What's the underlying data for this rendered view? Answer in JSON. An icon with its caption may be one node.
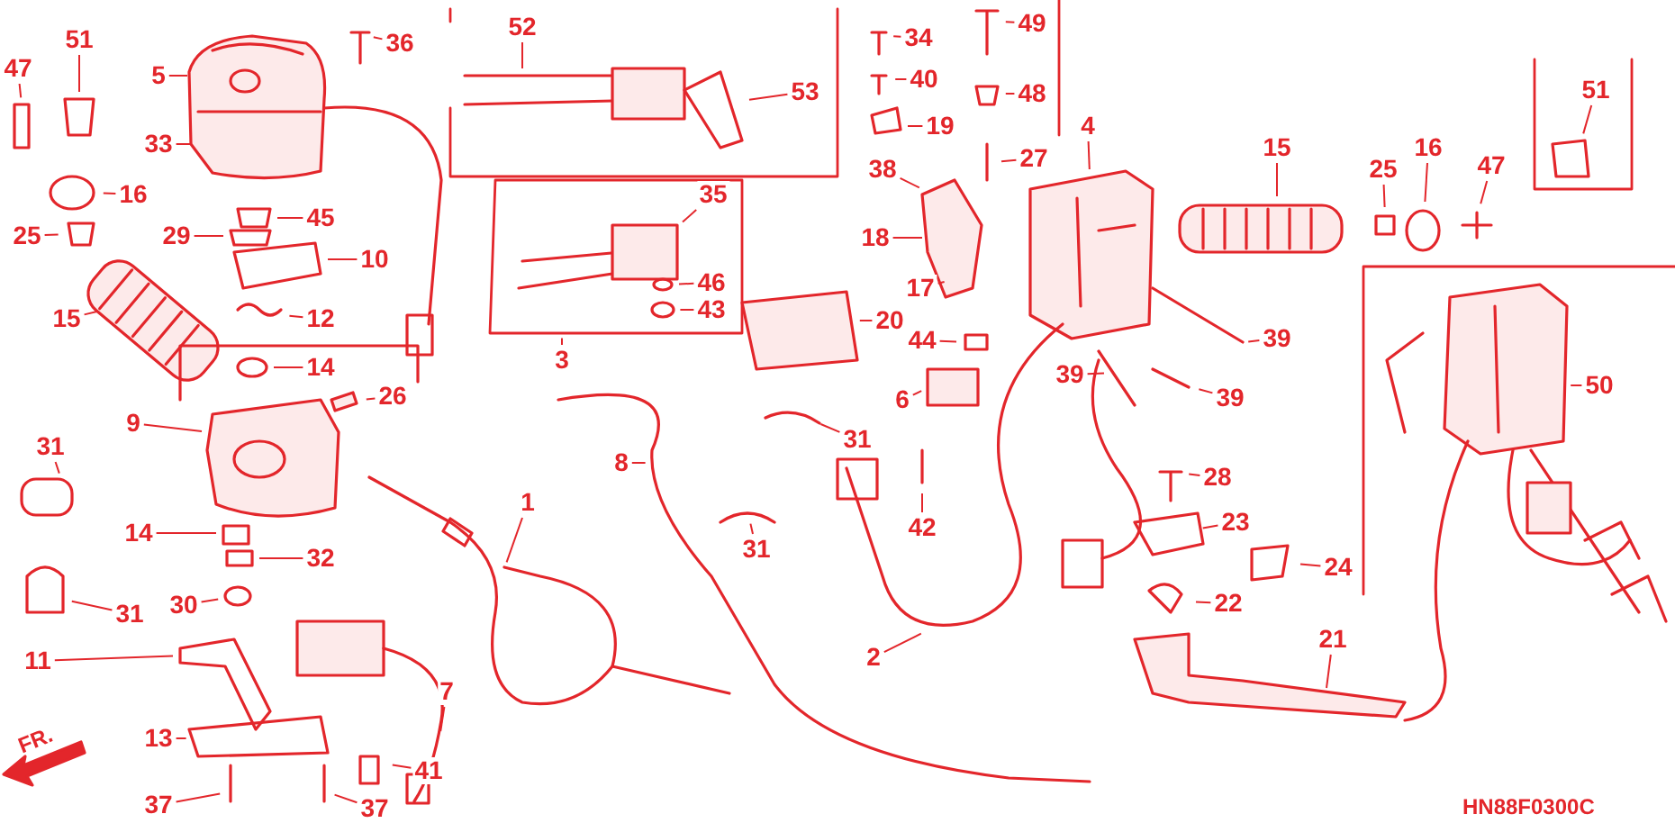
{
  "diagram": {
    "nodes": [
      {
        "text": [
          "51"
        ]
      },
      {
        "text": [
          "47"
        ]
      },
      {
        "text": [
          "36"
        ]
      },
      {
        "text": [
          "5"
        ]
      },
      {
        "text": [
          "33"
        ]
      },
      {
        "text": [
          "16"
        ]
      },
      {
        "text": [
          "25"
        ]
      },
      {
        "text": [
          "45"
        ]
      },
      {
        "text": [
          "29"
        ]
      },
      {
        "text": [
          "10"
        ]
      },
      {
        "text": [
          "15"
        ]
      },
      {
        "text": [
          "12"
        ]
      },
      {
        "text": [
          "14"
        ]
      },
      {
        "text": [
          "26"
        ]
      },
      {
        "text": [
          "9"
        ]
      },
      {
        "text": [
          "31"
        ]
      },
      {
        "text": [
          "14"
        ]
      },
      {
        "text": [
          "32"
        ]
      },
      {
        "text": [
          "31"
        ]
      },
      {
        "text": [
          "30"
        ]
      },
      {
        "text": [
          "11"
        ]
      },
      {
        "text": [
          "13"
        ]
      },
      {
        "text": [
          "37"
        ]
      },
      {
        "text": [
          "37"
        ]
      },
      {
        "text": [
          "41"
        ]
      },
      {
        "text": [
          "7"
        ]
      },
      {
        "text": [
          "1"
        ]
      },
      {
        "text": [
          "52"
        ]
      },
      {
        "text": [
          "53"
        ]
      },
      {
        "text": [
          "3"
        ]
      },
      {
        "text": [
          "35"
        ]
      },
      {
        "text": [
          "46"
        ]
      },
      {
        "text": [
          "43"
        ]
      },
      {
        "text": [
          "20"
        ]
      },
      {
        "text": [
          "34"
        ]
      },
      {
        "text": [
          "40"
        ]
      },
      {
        "text": [
          "49"
        ]
      },
      {
        "text": [
          "48"
        ]
      },
      {
        "text": [
          "19"
        ]
      },
      {
        "text": [
          "27"
        ]
      },
      {
        "text": [
          "38"
        ]
      },
      {
        "text": [
          "4"
        ]
      },
      {
        "text": [
          "18"
        ]
      },
      {
        "text": [
          "17"
        ]
      },
      {
        "text": [
          "44"
        ]
      },
      {
        "text": [
          "39"
        ]
      },
      {
        "text": [
          "39"
        ]
      },
      {
        "text": [
          "39"
        ]
      },
      {
        "text": [
          "15"
        ]
      },
      {
        "text": [
          "25"
        ]
      },
      {
        "text": [
          "16"
        ]
      },
      {
        "text": [
          "47"
        ]
      },
      {
        "text": [
          "51"
        ]
      },
      {
        "text": [
          "50"
        ]
      },
      {
        "text": [
          "6"
        ]
      },
      {
        "text": [
          "31"
        ]
      },
      {
        "text": [
          "8"
        ]
      },
      {
        "text": [
          "42"
        ]
      },
      {
        "text": [
          "31"
        ]
      },
      {
        "text": [
          "28"
        ]
      },
      {
        "text": [
          "23"
        ]
      },
      {
        "text": [
          "24"
        ]
      },
      {
        "text": [
          "22"
        ]
      },
      {
        "text": [
          "2"
        ]
      },
      {
        "text": [
          "21"
        ]
      }
    ],
    "edges": [
      {
        "from": 0,
        "to": null,
        "arrow": "none"
      },
      {
        "from": 1,
        "to": null,
        "arrow": "none"
      },
      {
        "from": 2,
        "to": null,
        "arrow": "none"
      },
      {
        "from": 3,
        "to": null,
        "arrow": "none"
      },
      {
        "from": 4,
        "to": null,
        "arrow": "none"
      },
      {
        "from": 5,
        "to": null,
        "arrow": "none"
      },
      {
        "from": 6,
        "to": null,
        "arrow": "none"
      },
      {
        "from": 7,
        "to": null,
        "arrow": "none"
      },
      {
        "from": 8,
        "to": null,
        "arrow": "none"
      },
      {
        "from": 9,
        "to": null,
        "arrow": "none"
      },
      {
        "from": 10,
        "to": null,
        "arrow": "none"
      },
      {
        "from": 11,
        "to": null,
        "arrow": "none"
      },
      {
        "from": 12,
        "to": null,
        "arrow": "none"
      },
      {
        "from": 13,
        "to": null,
        "arrow": "none"
      },
      {
        "from": 14,
        "to": null,
        "arrow": "none"
      },
      {
        "from": 15,
        "to": null,
        "arrow": "none"
      },
      {
        "from": 16,
        "to": null,
        "arrow": "none"
      },
      {
        "from": 17,
        "to": null,
        "arrow": "none"
      },
      {
        "from": 18,
        "to": null,
        "arrow": "none"
      },
      {
        "from": 19,
        "to": null,
        "arrow": "none"
      },
      {
        "from": 20,
        "to": null,
        "arrow": "none"
      },
      {
        "from": 21,
        "to": null,
        "arrow": "none"
      },
      {
        "from": 22,
        "to": null,
        "arrow": "none"
      },
      {
        "from": 23,
        "to": null,
        "arrow": "none"
      },
      {
        "from": 24,
        "to": null,
        "arrow": "none"
      },
      {
        "from": 25,
        "to": null,
        "arrow": "none"
      },
      {
        "from": 26,
        "to": null,
        "arrow": "none"
      },
      {
        "from": 27,
        "to": null,
        "arrow": "none"
      },
      {
        "from": 28,
        "to": null,
        "arrow": "none"
      },
      {
        "from": 29,
        "to": null,
        "arrow": "none"
      },
      {
        "from": 30,
        "to": null,
        "arrow": "none"
      },
      {
        "from": 31,
        "to": null,
        "arrow": "none"
      },
      {
        "from": 32,
        "to": null,
        "arrow": "none"
      },
      {
        "from": 33,
        "to": null,
        "arrow": "none"
      },
      {
        "from": 34,
        "to": null,
        "arrow": "none"
      },
      {
        "from": 35,
        "to": null,
        "arrow": "none"
      },
      {
        "from": 36,
        "to": null,
        "arrow": "none"
      },
      {
        "from": 37,
        "to": null,
        "arrow": "none"
      },
      {
        "from": 38,
        "to": null,
        "arrow": "none"
      },
      {
        "from": 39,
        "to": null,
        "arrow": "none"
      },
      {
        "from": 40,
        "to": null,
        "arrow": "none"
      },
      {
        "from": 41,
        "to": null,
        "arrow": "none"
      },
      {
        "from": 42,
        "to": null,
        "arrow": "none"
      },
      {
        "from": 43,
        "to": null,
        "arrow": "none"
      },
      {
        "from": 44,
        "to": null,
        "arrow": "none"
      },
      {
        "from": 45,
        "to": null,
        "arrow": "none"
      },
      {
        "from": 46,
        "to": null,
        "arrow": "none"
      },
      {
        "from": 47,
        "to": null,
        "arrow": "none"
      },
      {
        "from": 48,
        "to": null,
        "arrow": "none"
      },
      {
        "from": 49,
        "to": null,
        "arrow": "none"
      },
      {
        "from": 50,
        "to": null,
        "arrow": "none"
      },
      {
        "from": 51,
        "to": null,
        "arrow": "none"
      },
      {
        "from": 52,
        "to": null,
        "arrow": "none"
      },
      {
        "from": 53,
        "to": null,
        "arrow": "none"
      },
      {
        "from": 54,
        "to": null,
        "arrow": "none"
      },
      {
        "from": 55,
        "to": null,
        "arrow": "none"
      },
      {
        "from": 56,
        "to": null,
        "arrow": "none"
      },
      {
        "from": 57,
        "to": null,
        "arrow": "none"
      },
      {
        "from": 58,
        "to": null,
        "arrow": "none"
      },
      {
        "from": 59,
        "to": null,
        "arrow": "none"
      },
      {
        "from": 60,
        "to": null,
        "arrow": "none"
      },
      {
        "from": 61,
        "to": null,
        "arrow": "none"
      },
      {
        "from": 62,
        "to": null,
        "arrow": "none"
      },
      {
        "from": 63,
        "to": null,
        "arrow": "none"
      },
      {
        "from": 64,
        "to": null,
        "arrow": "none"
      }
    ],
    "labels": [
      "FR.",
      "HN88F0300C"
    ]
  }
}
